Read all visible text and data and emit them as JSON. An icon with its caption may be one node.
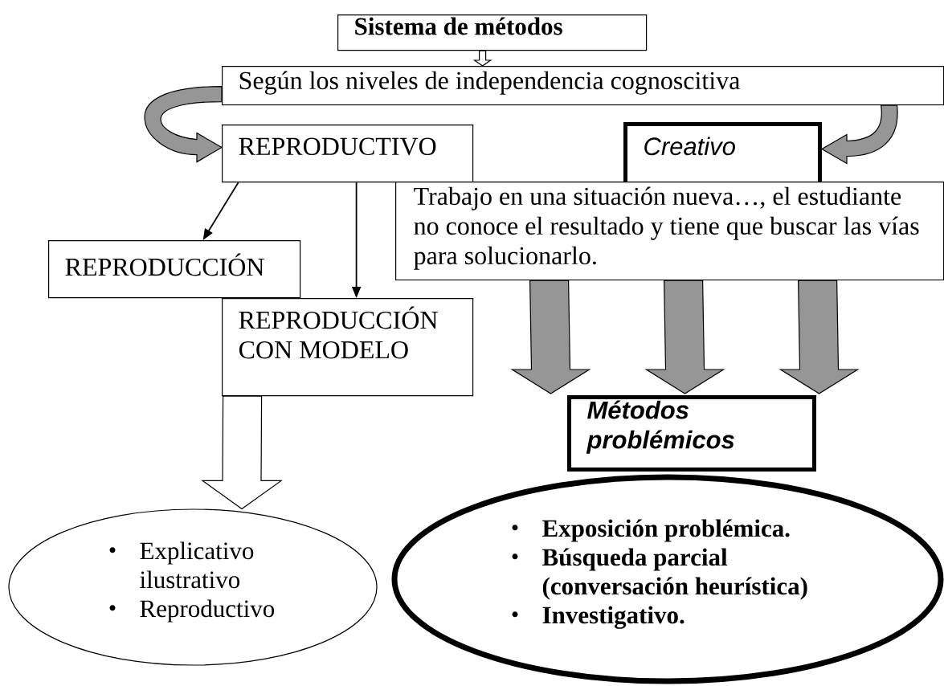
{
  "diagram": {
    "nodes": [
      {
        "text": [
          "Sistema de métodos"
        ]
      },
      {
        "text": [
          "Según los niveles de independencia cognoscitiva"
        ]
      },
      {
        "text": [
          "REPRODUCTIVO"
        ]
      },
      {
        "text": [
          "Creativo"
        ]
      },
      {
        "text": [
          "Trabajo en una situación nueva…, el estudiante no conoce el resultado y tiene que buscar las vías para solucionarlo."
        ]
      },
      {
        "text": [
          "REPRODUCCIÓN"
        ]
      },
      {
        "text": [
          "REPRODUCCIÓN CON MODELO"
        ]
      },
      {
        "text": [
          "Métodos problémicos"
        ]
      },
      {
        "text": [
          "Explicativo ilustrativo",
          "Reproductivo"
        ]
      },
      {
        "text": [
          "Exposición problémica.",
          "Búsqueda parcial (conversación heurística)",
          "Investigativo."
        ]
      }
    ],
    "edges": [
      {
        "from": 0,
        "to": 1,
        "arrow": "to",
        "style": "thick"
      },
      {
        "from": 1,
        "to": 2,
        "arrow": "to",
        "style": "thick",
        "color": "#969696"
      },
      {
        "from": 1,
        "to": 3,
        "arrow": "to",
        "style": "thick",
        "color": "#969696"
      },
      {
        "from": 2,
        "to": 5,
        "arrow": "to"
      },
      {
        "from": 2,
        "to": 6,
        "arrow": "to"
      },
      {
        "from": 4,
        "to": 7,
        "arrow": "to",
        "style": "thick",
        "color": "#969696"
      },
      {
        "from": 4,
        "to": 7,
        "arrow": "to",
        "style": "thick",
        "color": "#969696"
      },
      {
        "from": 4,
        "to": 7,
        "arrow": "to",
        "style": "thick",
        "color": "#969696"
      },
      {
        "from": 6,
        "to": 8,
        "arrow": "to",
        "style": "thick"
      }
    ]
  }
}
